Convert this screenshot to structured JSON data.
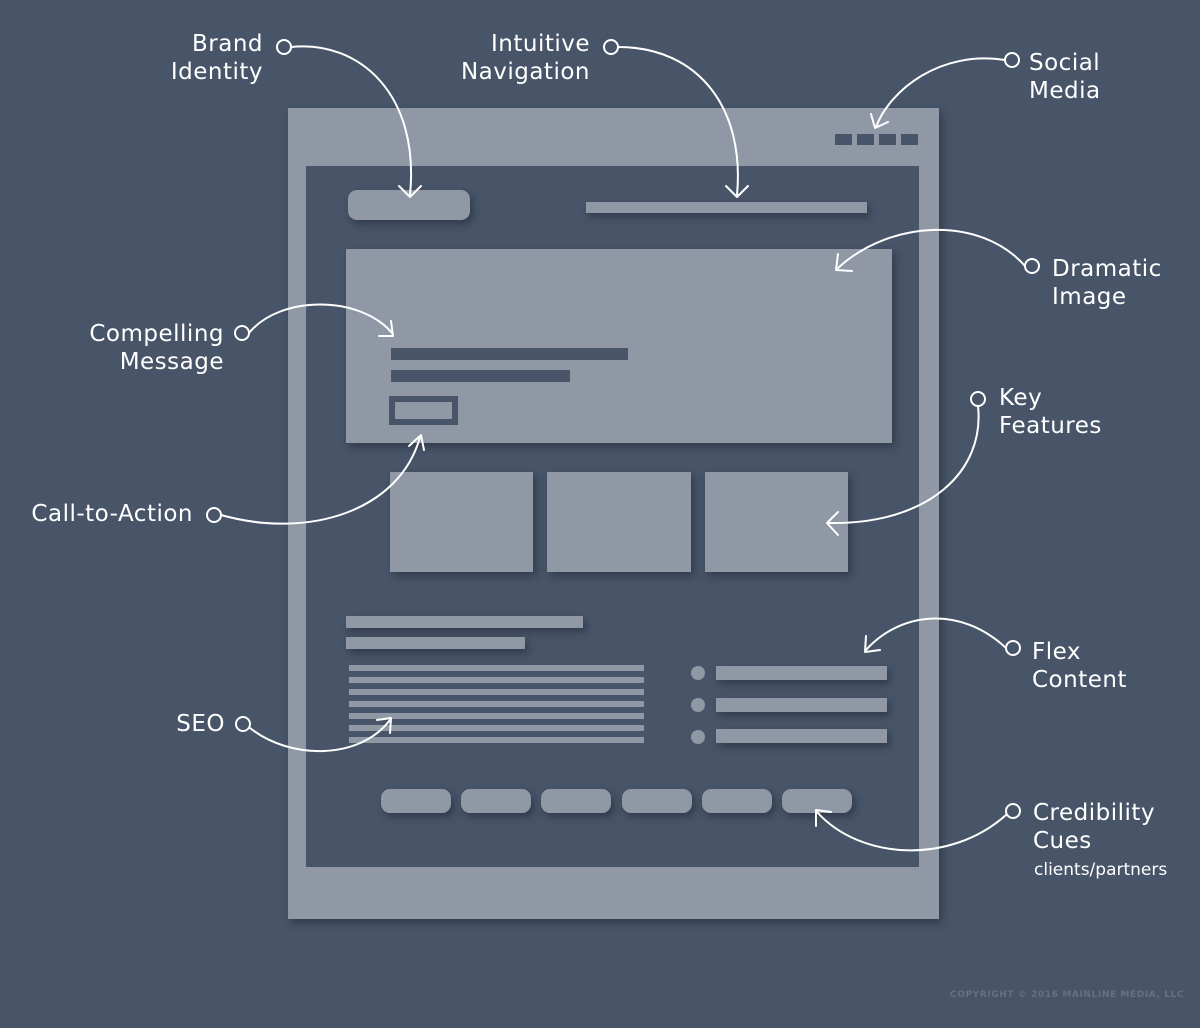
{
  "colors": {
    "background": "#485569",
    "wireframe_block": "#8f98a4",
    "annotation": "#ffffff"
  },
  "annotations": {
    "brand_identity": "Brand\nIdentity",
    "intuitive_navigation": "Intuitive\nNavigation",
    "social_media": "Social\nMedia",
    "dramatic_image": "Dramatic\nImage",
    "compelling_message": "Compelling\nMessage",
    "key_features": "Key\nFeatures",
    "call_to_action": "Call-to-Action",
    "flex_content": "Flex\nContent",
    "seo": "SEO",
    "credibility_cues": "Credibility\nCues",
    "credibility_cues_sub": "clients/partners"
  },
  "footer": {
    "copyright": "COPYRIGHT © 2016 MAINLINE MEDIA, LLC"
  }
}
